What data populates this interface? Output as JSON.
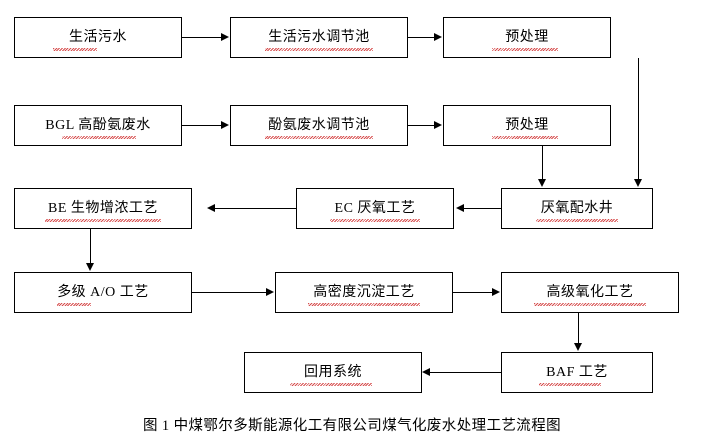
{
  "diagram": {
    "nodes": [
      {
        "id": "n1",
        "label": "生活污水"
      },
      {
        "id": "n2",
        "label": "生活污水调节池"
      },
      {
        "id": "n3",
        "label": "预处理"
      },
      {
        "id": "n4",
        "label": "BGL 高酚氨废水"
      },
      {
        "id": "n5",
        "label": "酚氨废水调节池"
      },
      {
        "id": "n6",
        "label": "预处理"
      },
      {
        "id": "n7",
        "label": "BE 生物增浓工艺"
      },
      {
        "id": "n8",
        "label": "EC 厌氧工艺"
      },
      {
        "id": "n9",
        "label": "厌氧配水井"
      },
      {
        "id": "n10",
        "label": "多级 A/O 工艺"
      },
      {
        "id": "n11",
        "label": "高密度沉淀工艺"
      },
      {
        "id": "n12",
        "label": "高级氧化工艺"
      },
      {
        "id": "n13",
        "label": "回用系统"
      },
      {
        "id": "n14",
        "label": "BAF 工艺"
      }
    ],
    "caption": "图 1  中煤鄂尔多斯能源化工有限公司煤气化废水处理工艺流程图",
    "colors": {
      "line": "#000000",
      "box_border": "#000000",
      "background": "#ffffff",
      "spellcheck_underline": "#d03030"
    }
  }
}
